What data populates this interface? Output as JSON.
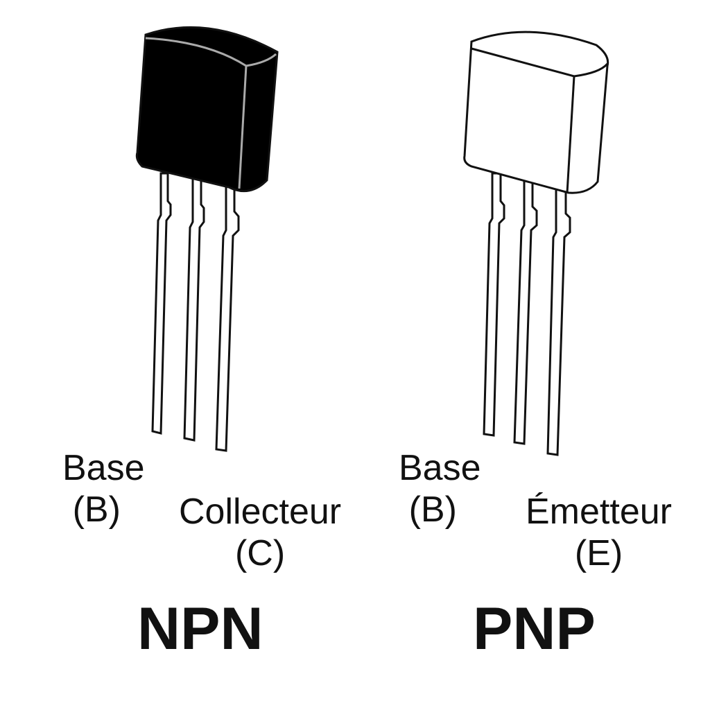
{
  "npn": {
    "title": "NPN",
    "base_label": "Base",
    "base_abbr": "(B)",
    "collector_label": "Collecteur",
    "collector_abbr": "(C)",
    "body_color": "#000000"
  },
  "pnp": {
    "title": "PNP",
    "base_label": "Base",
    "base_abbr": "(B)",
    "emitter_label": "Émetteur",
    "emitter_abbr": "(E)",
    "body_color": "#ffffff"
  }
}
